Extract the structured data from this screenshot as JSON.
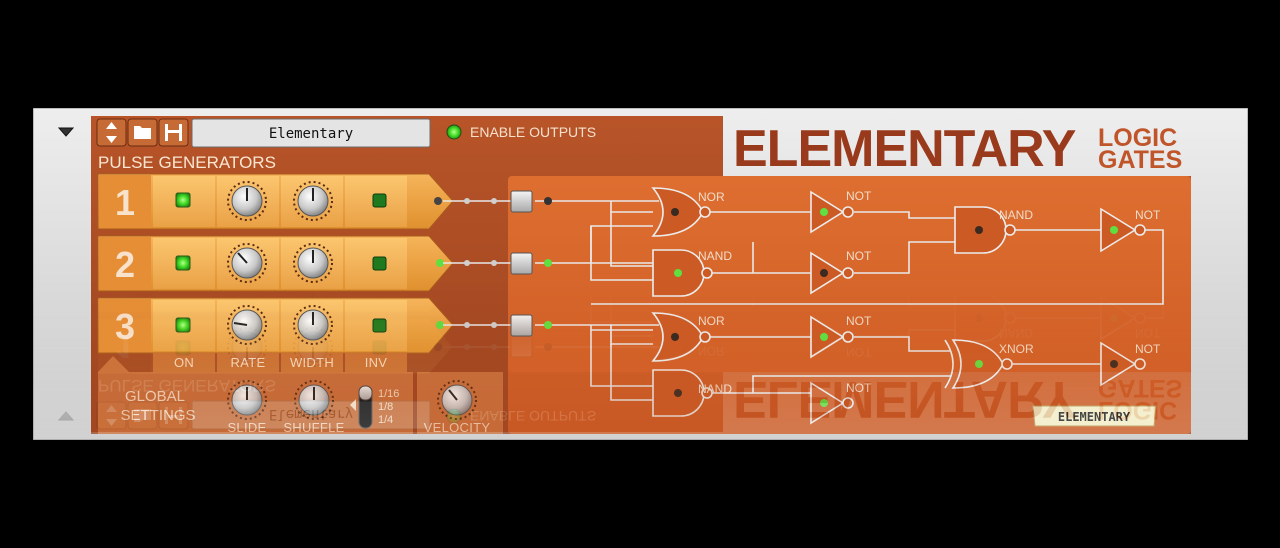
{
  "toolbar": {
    "preset_name": "Elementary",
    "enable_outputs_label": "ENABLE OUTPUTS",
    "enable_outputs_on": true
  },
  "brand": {
    "title": "ELEMENTARY",
    "subtitle_line1": "LOGIC",
    "subtitle_line2": "GATES",
    "badge": "ELEMENTARY"
  },
  "pulse_generators": {
    "heading": "PULSE GENERATORS",
    "rows": [
      {
        "number": "1",
        "on": true,
        "inv": true,
        "output_led": false
      },
      {
        "number": "2",
        "on": true,
        "inv": true,
        "output_led": true
      },
      {
        "number": "3",
        "on": true,
        "inv": true,
        "output_led": true
      }
    ],
    "column_labels": {
      "on": "ON",
      "rate": "RATE",
      "width": "WIDTH",
      "inv": "INV"
    }
  },
  "global_settings": {
    "label_line1": "GLOBAL",
    "label_line2": "SETTINGS",
    "slide_label": "SLIDE",
    "shuffle_label": "SHUFFLE",
    "resolution_options": [
      "1/16",
      "1/8",
      "1/4"
    ],
    "resolution_selected": "1/16",
    "velocity_label": "VELOCITY"
  },
  "gates": {
    "nor_top": "NOR",
    "nand_top": "NAND",
    "nor_bottom": "NOR",
    "nand_bottom": "NAND",
    "not_1": "NOT",
    "not_2": "NOT",
    "not_3": "NOT",
    "not_4": "NOT",
    "nand_out": "NAND",
    "not_out_top": "NOT",
    "xnor": "XNOR",
    "not_out_bottom": "NOT"
  },
  "colors": {
    "panel_orange": "#d0602a",
    "dark_orange": "#a84820",
    "led_green": "#44e030",
    "title_brown": "#9a3a1c",
    "rack_grey": "#d8d8d8"
  }
}
